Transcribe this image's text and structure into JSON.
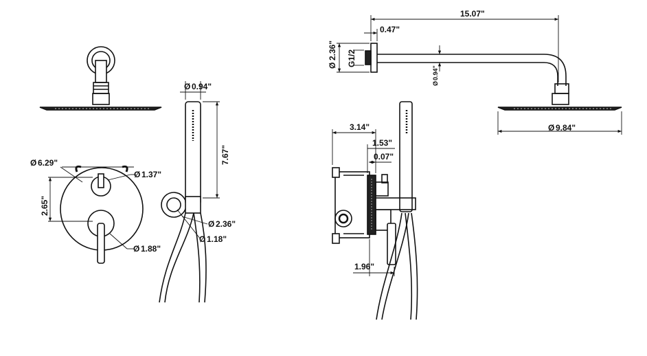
{
  "labels": {
    "arm_length": "15.07\"",
    "flange_depth": "0.47\"",
    "flange_diameter": "2.36\"",
    "thread": "G1/2",
    "arm_diameter": "0.94\"",
    "head_diameter": "9.84\"",
    "handheld_diameter": "0.94\"",
    "handheld_length": "7.67\"",
    "plate_diameter": "6.29\"",
    "handle_spacing": "2.65\"",
    "upper_knob_diameter": "1.37\"",
    "lower_knob_diameter": "1.88\"",
    "holder_outer_diameter": "2.36\"",
    "holder_inner_diameter": "1.18\"",
    "valve_depth": "3.14\"",
    "plate_offset": "1.53\"",
    "plate_thickness": "0.07\"",
    "handle_projection": "1.96\""
  },
  "symbols": {
    "diameter": "Ø"
  }
}
